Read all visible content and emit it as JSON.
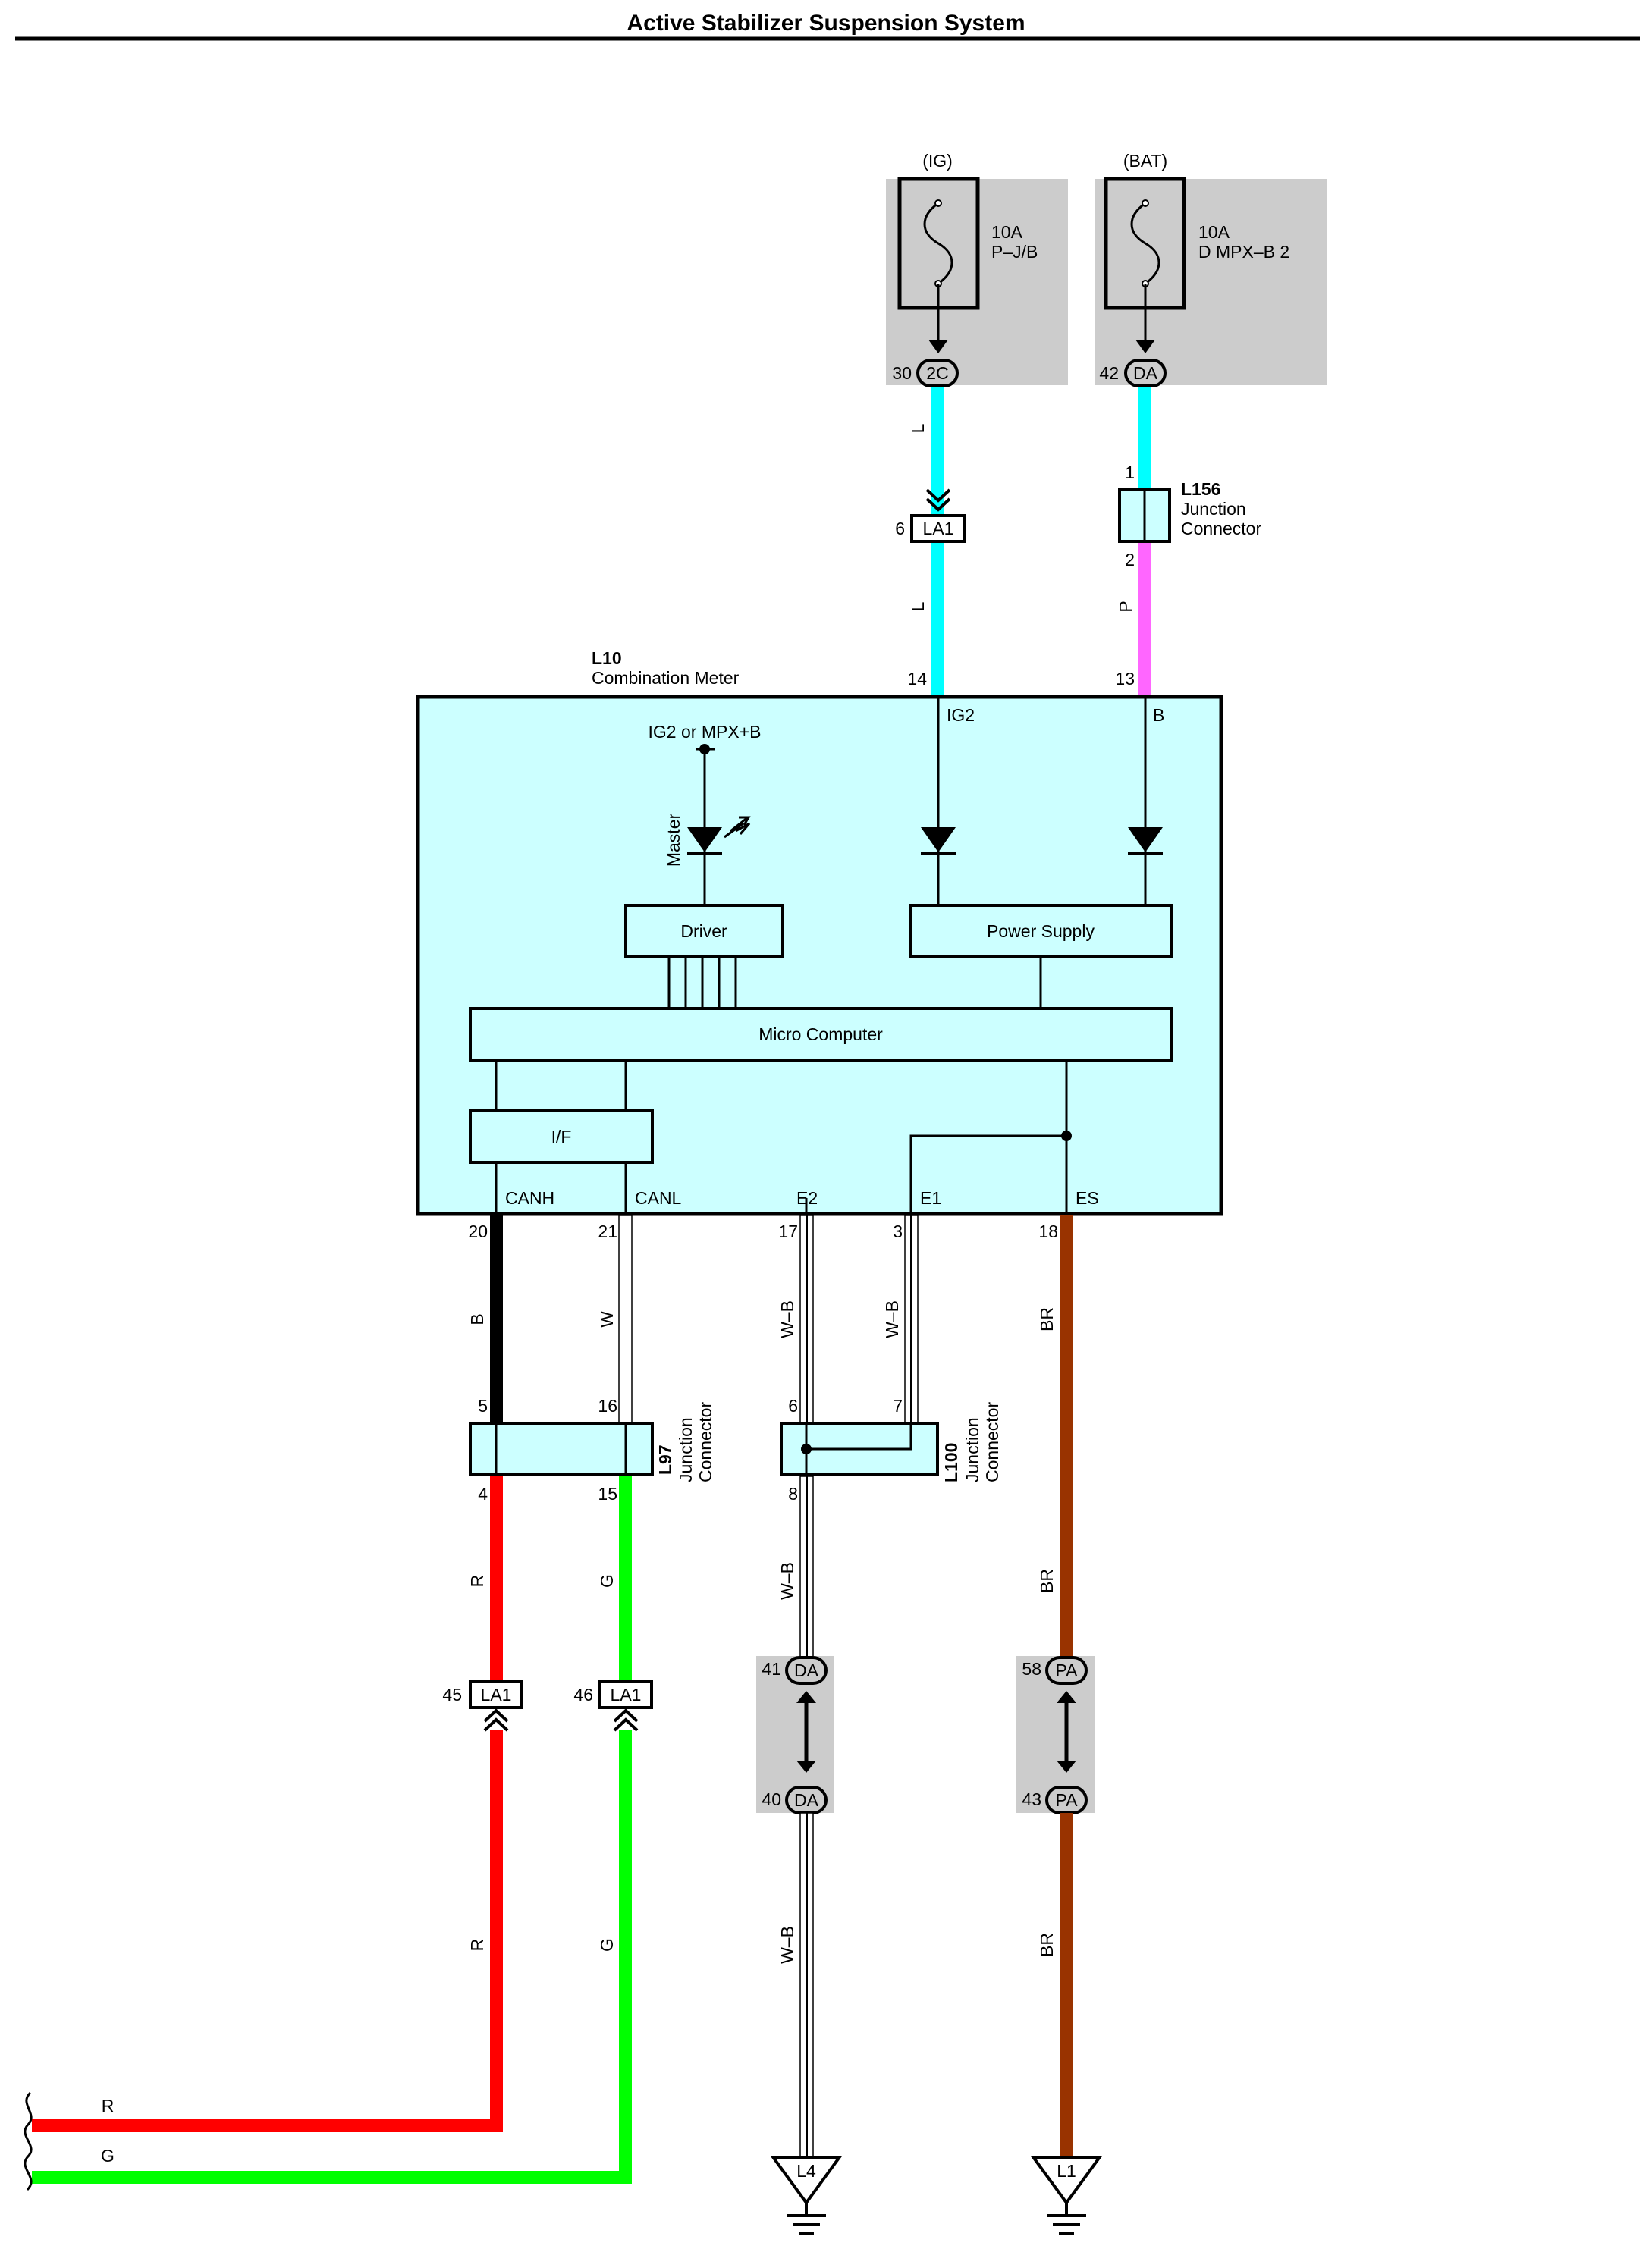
{
  "title": "Active Stabilizer Suspension System",
  "colors": {
    "L": "#00ffff",
    "P": "#ff66ff",
    "B": "#000000",
    "W": "#ffffff",
    "R": "#ff0000",
    "G": "#00ff00",
    "BR": "#993300",
    "module_fill": "#ccffff",
    "fuse_block_fill": "#cccccc"
  },
  "fuses": {
    "ig": {
      "source": "(IG)",
      "rating": "10A",
      "name": "P–J/B",
      "pin": "30",
      "connector": "2C"
    },
    "bat": {
      "source": "(BAT)",
      "rating": "10A",
      "name": "D MPX–B 2",
      "pin": "42",
      "connector": "DA"
    }
  },
  "connectors": {
    "la1_top": {
      "pin": "6",
      "label": "LA1"
    },
    "l156": {
      "id": "L156",
      "name1": "Junction",
      "name2": "Connector",
      "pin_in": "1",
      "pin_out": "2"
    },
    "la1_r": {
      "pin": "45",
      "label": "LA1"
    },
    "la1_g": {
      "pin": "46",
      "label": "LA1"
    },
    "da_top": {
      "pin": "41",
      "label": "DA"
    },
    "da_bottom": {
      "pin": "40",
      "label": "DA"
    },
    "pa_top": {
      "pin": "58",
      "label": "PA"
    },
    "pa_bottom": {
      "pin": "43",
      "label": "PA"
    },
    "l97": {
      "id": "L97",
      "name1": "Junction",
      "name2": "Connector",
      "pins": [
        "5",
        "16",
        "4",
        "15"
      ]
    },
    "l100": {
      "id": "L100",
      "name1": "Junction",
      "name2": "Connector",
      "pins": [
        "6",
        "7",
        "8"
      ]
    }
  },
  "meter": {
    "id": "L10",
    "name": "Combination Meter",
    "pin_ig2": "14",
    "pin_b": "13",
    "term_ig2": "IG2",
    "term_b": "B",
    "ig2_mpx": "IG2 or MPX+B",
    "master": "Master",
    "driver": "Driver",
    "power_supply": "Power Supply",
    "micro_computer": "Micro Computer",
    "if": "I/F",
    "terminals": [
      {
        "term": "CANH",
        "pin": "20"
      },
      {
        "term": "CANL",
        "pin": "21"
      },
      {
        "term": "E2",
        "pin": "17"
      },
      {
        "term": "E1",
        "pin": "3"
      },
      {
        "term": "ES",
        "pin": "18"
      }
    ]
  },
  "wire_labels": {
    "l_a": "L",
    "l_b": "L",
    "l_c": "L",
    "p": "P",
    "b": "B",
    "w": "W",
    "wb_a": "W–B",
    "wb_b": "W–B",
    "br_a": "BR",
    "r_a": "R",
    "g_a": "G",
    "wb_c": "W–B",
    "br_b": "BR",
    "r_b": "R",
    "g_b": "G",
    "wb_d": "W–B",
    "br_c": "BR",
    "r_c": "R",
    "g_c": "G"
  },
  "grounds": {
    "left": "L4",
    "right": "L1"
  }
}
